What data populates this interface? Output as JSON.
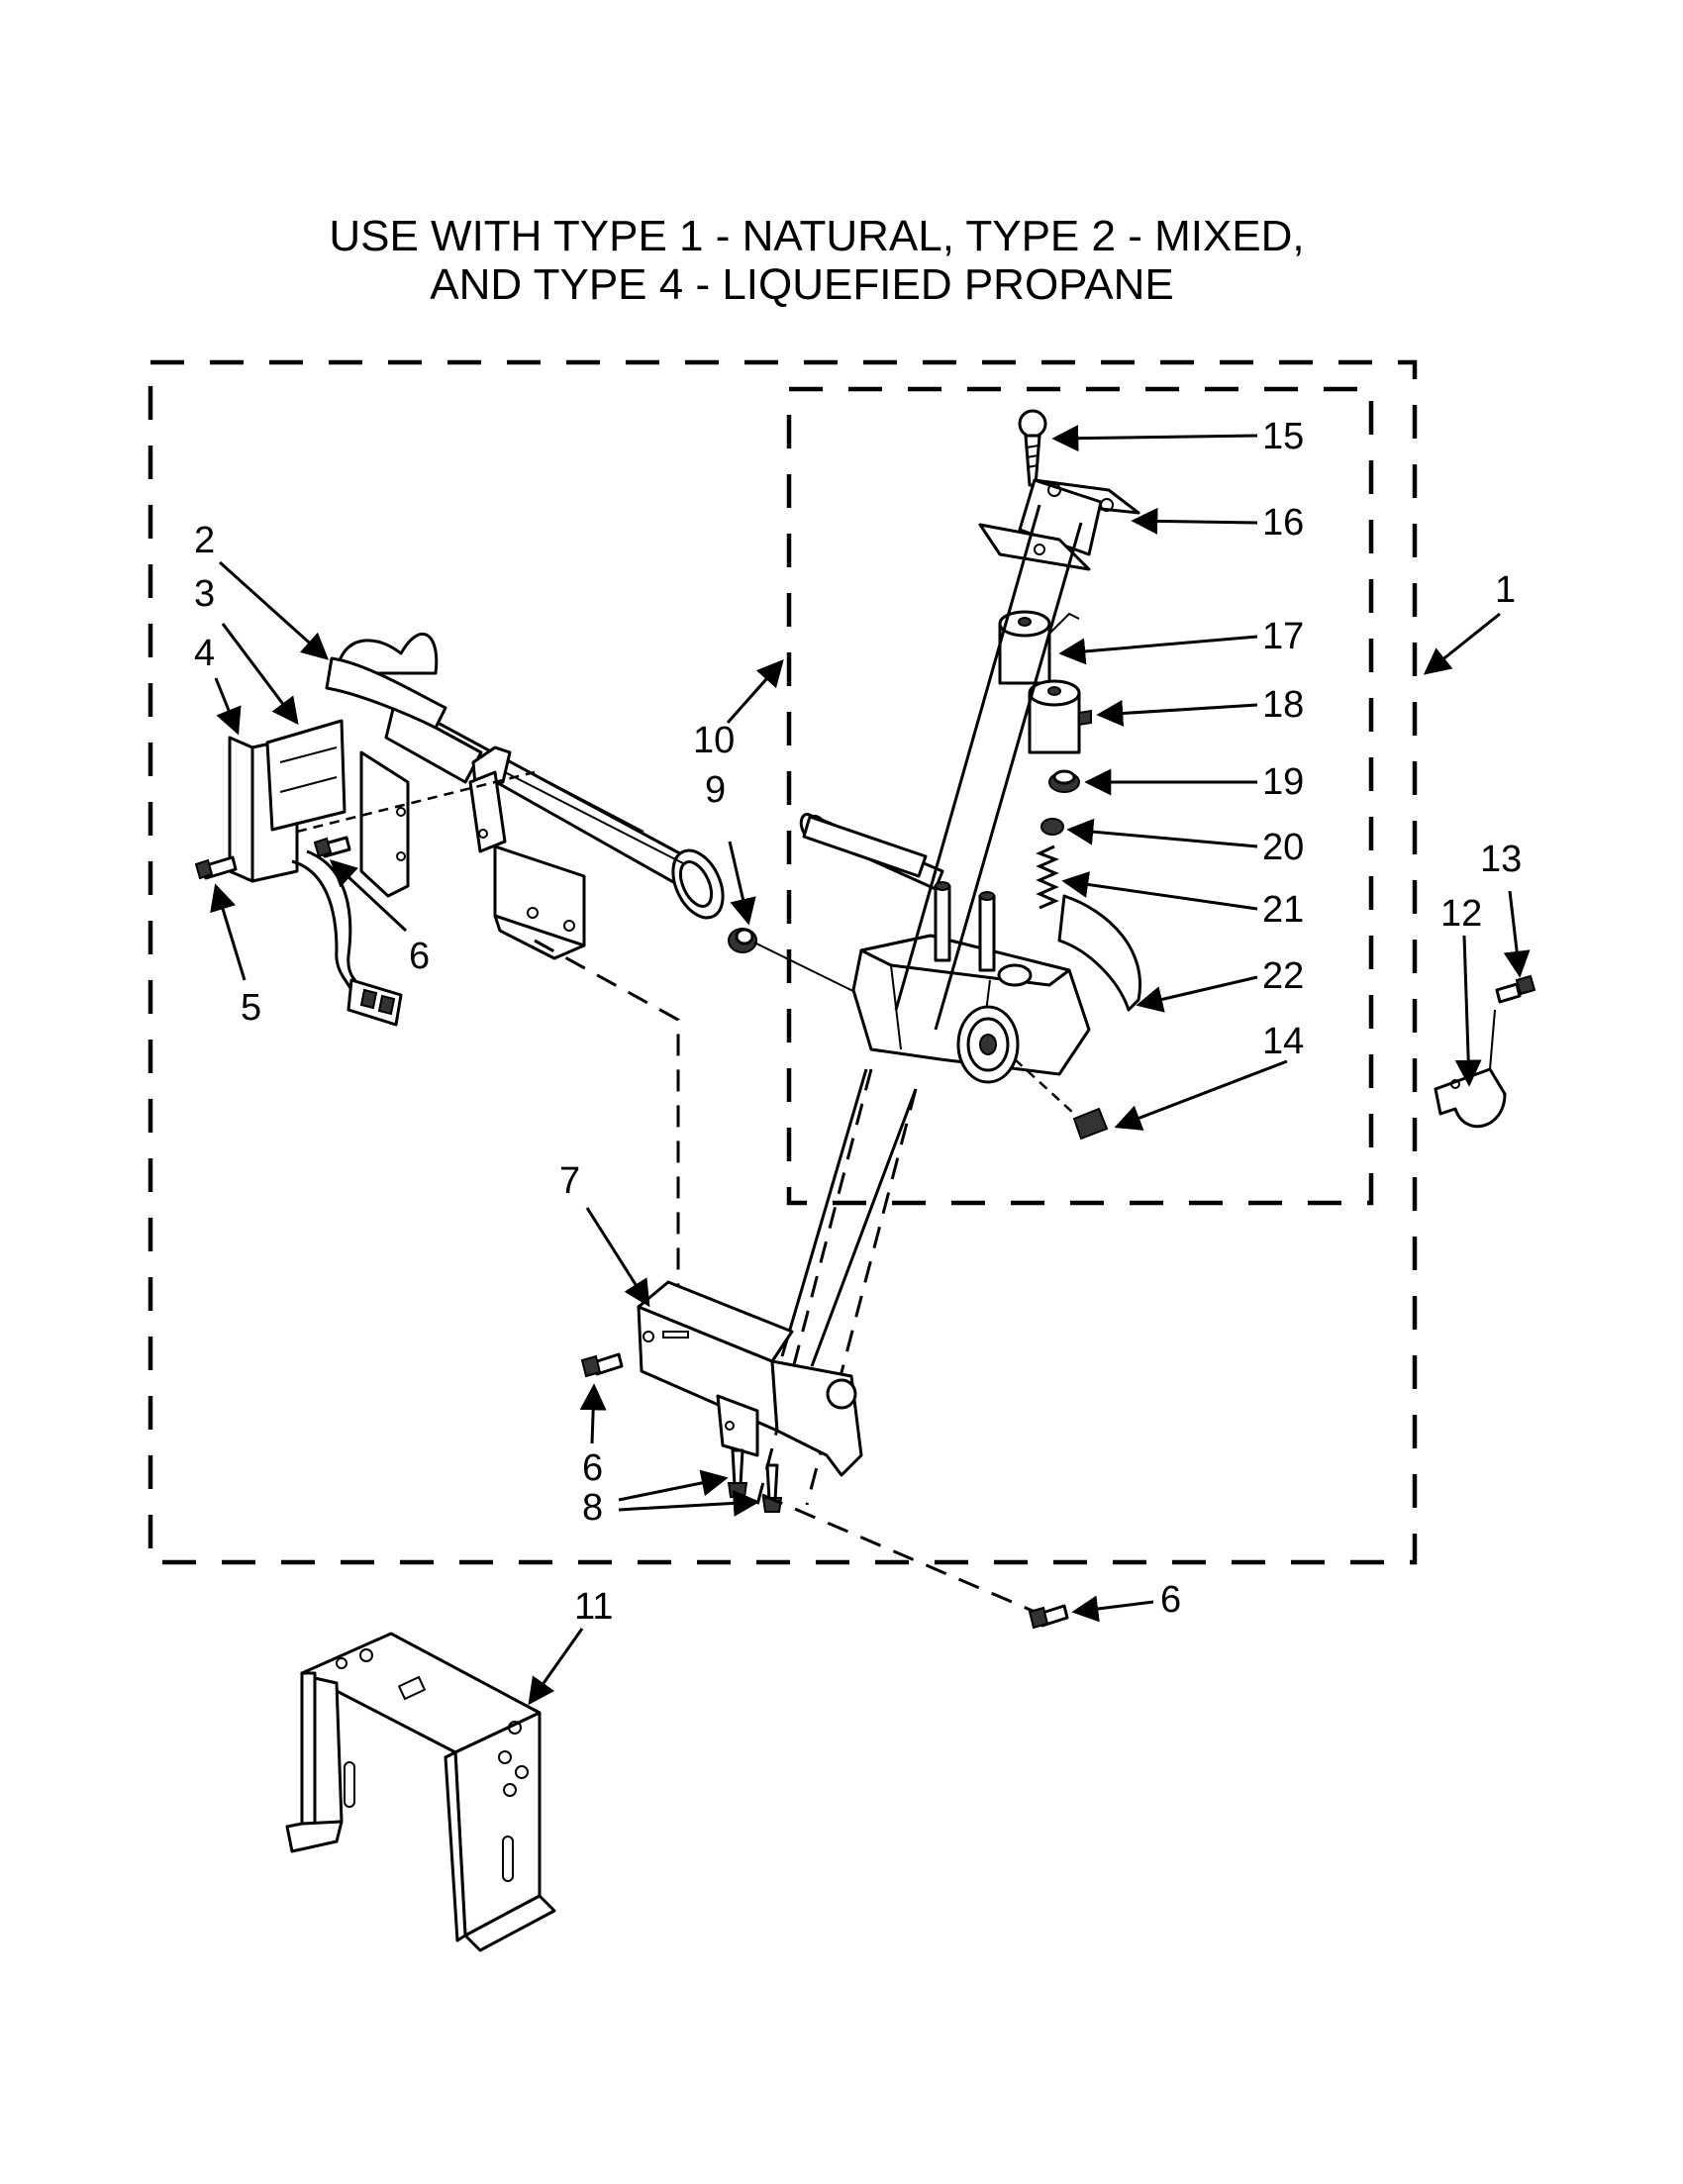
{
  "diagram": {
    "title_lines": [
      "USE WITH TYPE 1 - NATURAL, TYPE 2 - MIXED,",
      "AND TYPE 4 - LIQUEFIED PROPANE"
    ],
    "callouts": {
      "c1": "1",
      "c2": "2",
      "c3": "3",
      "c4": "4",
      "c5": "5",
      "c6a": "6",
      "c6b": "6",
      "c6c": "6",
      "c7": "7",
      "c8": "8",
      "c9": "9",
      "c10": "10",
      "c11": "11",
      "c12": "12",
      "c13": "13",
      "c14": "14",
      "c15": "15",
      "c16": "16",
      "c17": "17",
      "c18": "18",
      "c19": "19",
      "c20": "20",
      "c21": "21",
      "c22": "22"
    }
  }
}
